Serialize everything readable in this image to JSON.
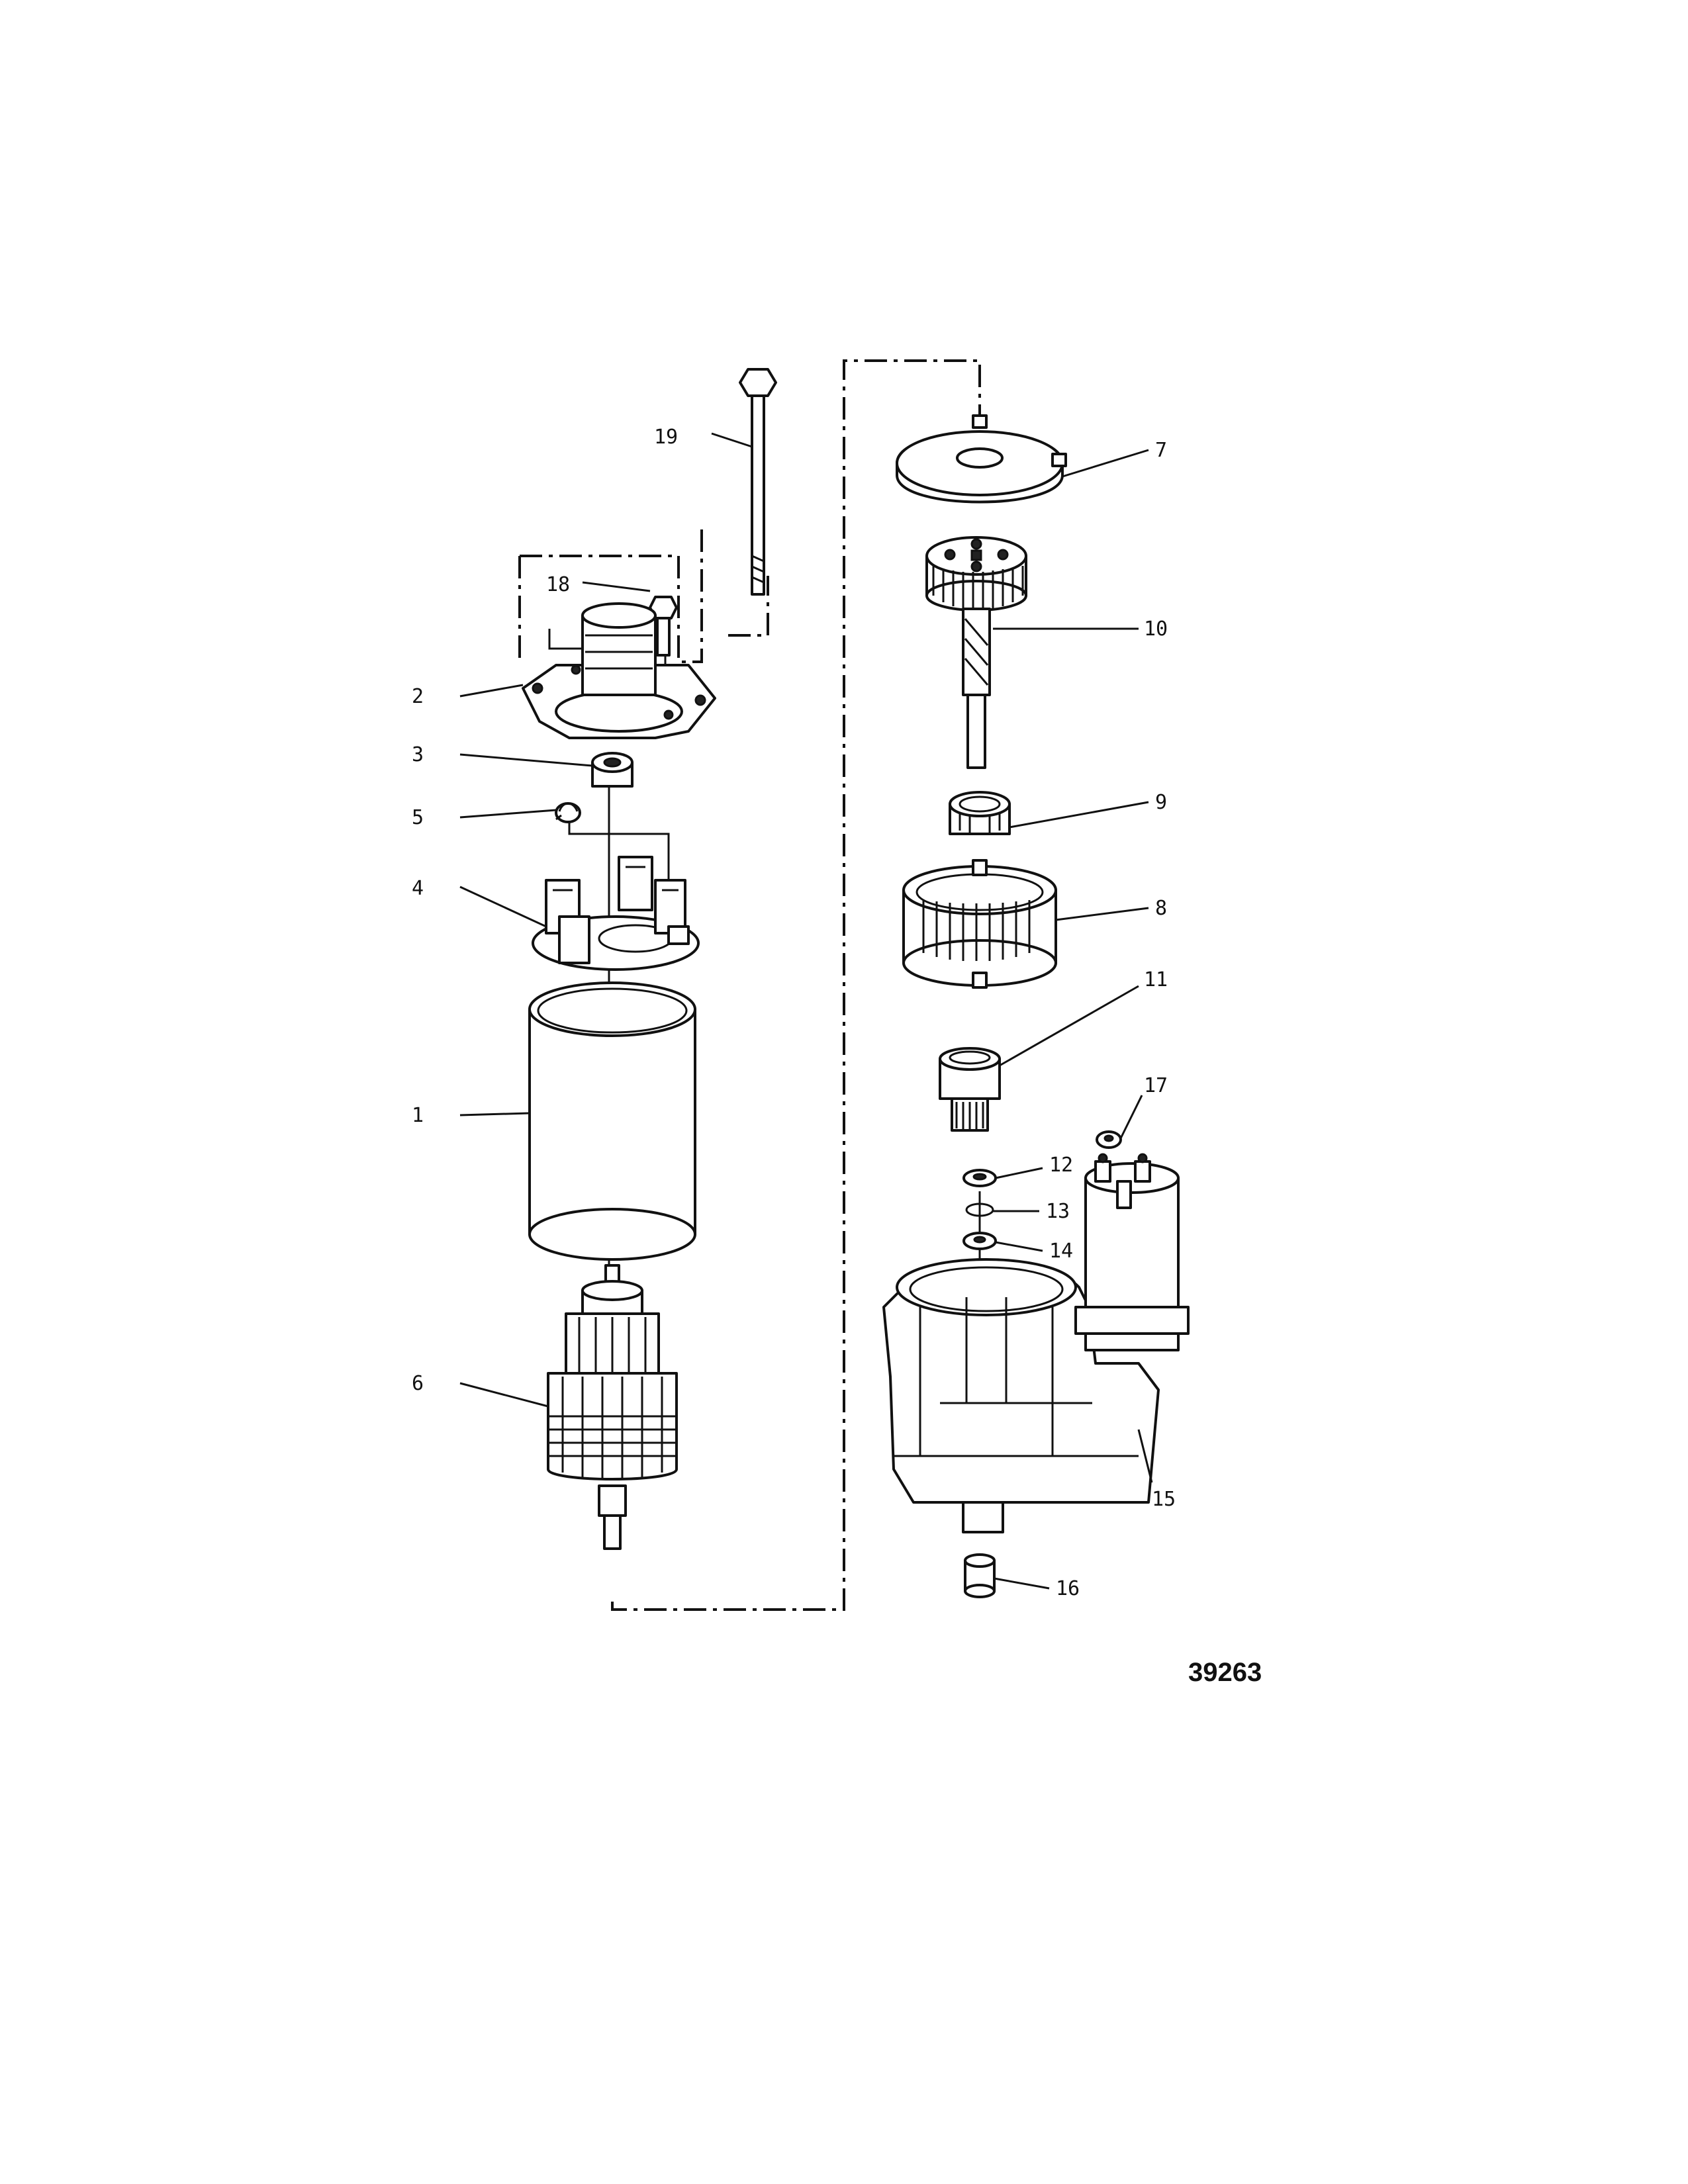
{
  "figure": {
    "number": "39263"
  },
  "callouts": [
    {
      "id": "1",
      "label": "1"
    },
    {
      "id": "2",
      "label": "2"
    },
    {
      "id": "3",
      "label": "3"
    },
    {
      "id": "4",
      "label": "4"
    },
    {
      "id": "5",
      "label": "5"
    },
    {
      "id": "6",
      "label": "6"
    },
    {
      "id": "7",
      "label": "7"
    },
    {
      "id": "8",
      "label": "8"
    },
    {
      "id": "9",
      "label": "9"
    },
    {
      "id": "10",
      "label": "10"
    },
    {
      "id": "11",
      "label": "11"
    },
    {
      "id": "12",
      "label": "12"
    },
    {
      "id": "13",
      "label": "13"
    },
    {
      "id": "14",
      "label": "14"
    },
    {
      "id": "15",
      "label": "15"
    },
    {
      "id": "16",
      "label": "16"
    },
    {
      "id": "17",
      "label": "17"
    },
    {
      "id": "18",
      "label": "18"
    },
    {
      "id": "19",
      "label": "19"
    }
  ]
}
